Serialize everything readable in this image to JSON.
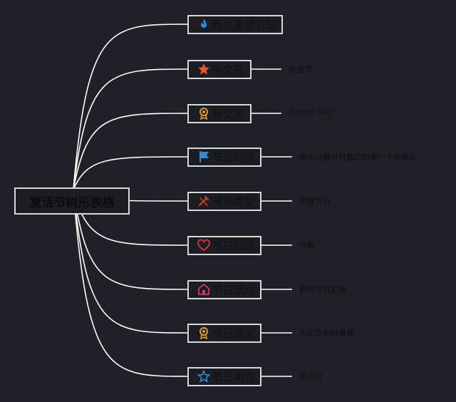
{
  "root": {
    "label": "复活节树形表格"
  },
  "colors": {
    "background": "#1f2129",
    "line": "#ffffff",
    "border": "#d9d9d9",
    "text": "#111111"
  },
  "branches": [
    {
      "label": "西方重要节日",
      "icon": "fire-icon",
      "icon_color": "#2b8bd8",
      "value": ""
    },
    {
      "label": "中文名",
      "icon": "star-icon",
      "icon_color": "#e0582c",
      "value": "复活节"
    },
    {
      "label": "外文名",
      "icon": "award-icon",
      "icon_color": "#d8a020",
      "value": "Easter Day"
    },
    {
      "label": "节日时间",
      "icon": "flag-icon",
      "icon_color": "#2b8bd8",
      "value": "每年过春分月圆后的第一个星期天"
    },
    {
      "label": "节日类型",
      "icon": "tools-icon",
      "icon_color": "#c0392b",
      "value": "宗教节日"
    },
    {
      "label": "节日起源",
      "icon": "heart-icon",
      "icon_color": "#d63a3a",
      "value": "宗教"
    },
    {
      "label": "节日活动",
      "icon": "home-icon",
      "icon_color": "#d6336c",
      "value": "制作节日彩蛋"
    },
    {
      "label": "节日意义",
      "icon": "award-icon",
      "icon_color": "#d8a020",
      "value": "为纪念耶稣基督"
    },
    {
      "label": "节日用花",
      "icon": "star-outline-icon",
      "icon_color": "#2b8bd8",
      "value": "百合花"
    }
  ]
}
